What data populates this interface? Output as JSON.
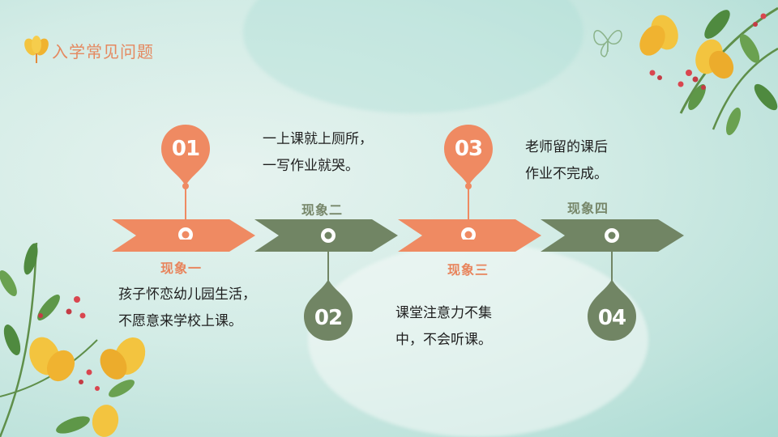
{
  "title": "入学常见问题",
  "colors": {
    "orange": "#ef8a62",
    "olive": "#718564",
    "background": "#cfeae4"
  },
  "steps": [
    {
      "number": "01",
      "label": "现象一",
      "desc_lines": [
        "孩子怀恋幼儿园生活，",
        "不愿意来学校上课。"
      ]
    },
    {
      "number": "02",
      "label": "现象二",
      "desc_lines": [
        "一上课就上厕所，",
        "一写作业就哭。"
      ]
    },
    {
      "number": "03",
      "label": "现象三",
      "desc_lines": [
        "课堂注意力不集",
        "中，不会听课。"
      ]
    },
    {
      "number": "04",
      "label": "现象四",
      "desc_lines": [
        "老师留的课后",
        "作业不完成。"
      ]
    }
  ]
}
